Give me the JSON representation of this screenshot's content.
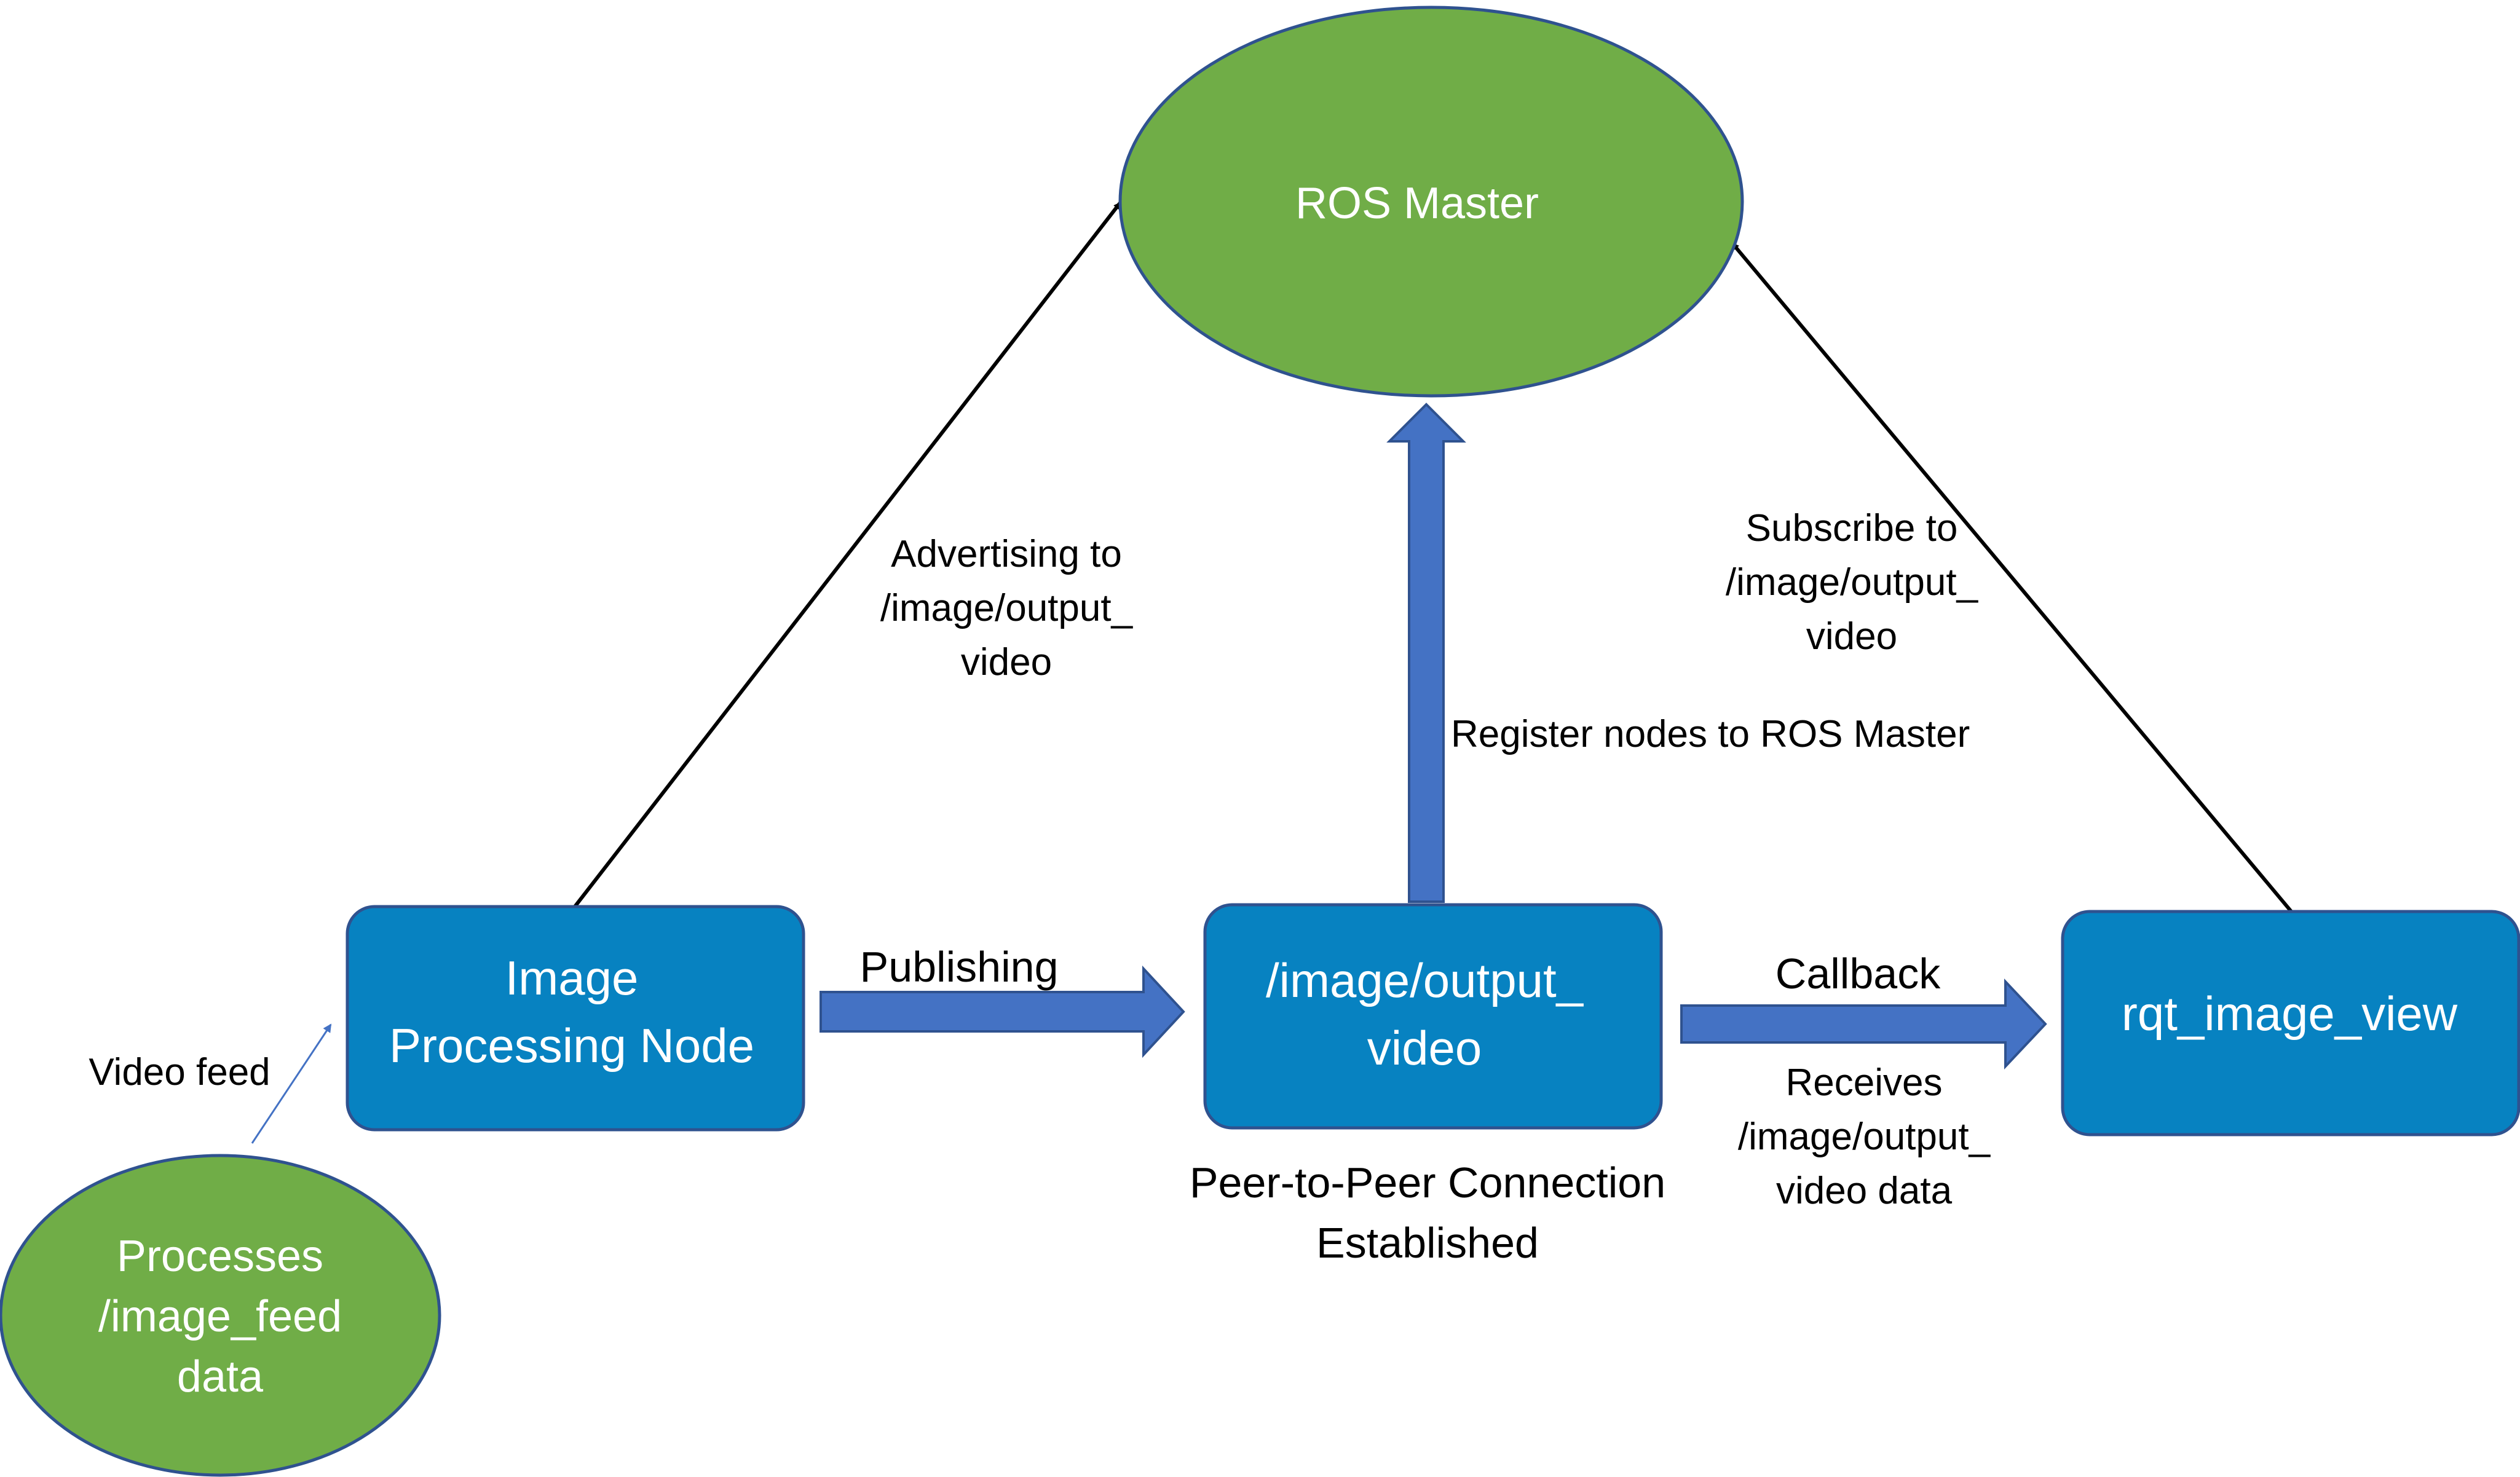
{
  "nodes": {
    "ros_master": {
      "label": "ROS Master"
    },
    "image_processing": {
      "line1": "Image",
      "line2": "Processing Node"
    },
    "output_video_topic": {
      "line1": "/image/output_",
      "line2": "video"
    },
    "rqt_image_view": {
      "label": "rqt_image_view"
    },
    "processes_feed": {
      "line1": "Processes",
      "line2": "/image_feed",
      "line3": "data"
    }
  },
  "edges": {
    "advertising": {
      "line1": "Advertising to",
      "line2": "/image/output_",
      "line3": "video"
    },
    "register": {
      "label": "Register nodes to ROS Master"
    },
    "subscribe": {
      "line1": "Subscribe to",
      "line2": "/image/output_",
      "line3": "video"
    },
    "publishing": {
      "label": "Publishing"
    },
    "callback": {
      "label": "Callback"
    },
    "receives": {
      "line1": "Receives",
      "line2": "/image/output_",
      "line3": "video data"
    },
    "video_feed": {
      "label": "Video feed"
    },
    "p2p": {
      "line1": "Peer-to-Peer Connection",
      "line2": "Established"
    }
  },
  "colors": {
    "ellipse_fill": "#70AD47",
    "ellipse_stroke": "#2F528F",
    "box_fill": "#0782C1",
    "box_stroke": "#2F528F",
    "arrow_fill": "#4472C4",
    "arrow_stroke": "#2F528F",
    "node_text": "#ffffff",
    "label_text": "#000000"
  }
}
